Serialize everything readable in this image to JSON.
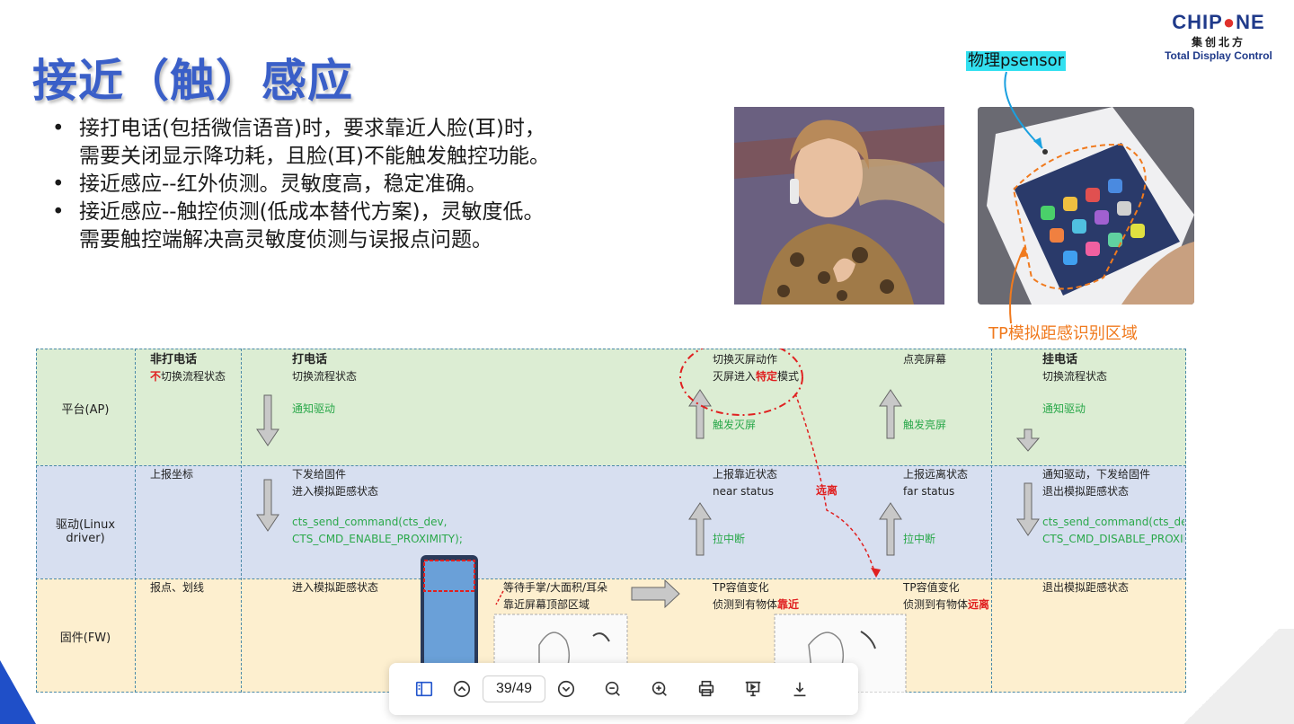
{
  "slide": {
    "title": "接近（触）感应",
    "bullets": [
      {
        "line1": "接打电话(包括微信语音)时，要求靠近人脸(耳)时，",
        "line2": "需要关闭显示降功耗，且脸(耳)不能触发触控功能。"
      },
      {
        "line1": "接近感应--红外侦测。灵敏度高，稳定准确。",
        "line2": ""
      },
      {
        "line1": "接近感应--触控侦测(低成本替代方案)，灵敏度低。",
        "line2": "需要触控端解决高灵敏度侦测与误报点问题。"
      }
    ],
    "label_psensor": "物理psensor",
    "label_tp": "TP模拟距感识别区域"
  },
  "logo": {
    "main_a": "CHIP",
    "main_o": "●",
    "main_b": "NE",
    "cn": "集创北方",
    "sub": "Total Display Control"
  },
  "flow": {
    "rows": {
      "ap": "平台(AP)",
      "drv": "驱动(Linux driver)",
      "fw": "固件(FW)"
    },
    "col1": {
      "title": "非打电话",
      "no": "不",
      "sub": "切换流程状态",
      "drv": "上报坐标",
      "fw": "报点、划线"
    },
    "col2": {
      "title": "打电话",
      "sub": "切换流程状态",
      "notify": "通知驱动",
      "drv1": "下发给固件",
      "drv2": "进入模拟距感状态",
      "cmd1": "cts_send_command(cts_dev,",
      "cmd2": "CTS_CMD_ENABLE_PROXIMITY);",
      "fw": "进入模拟距感状态",
      "fw_wait1": "等待手掌/大面积/耳朵",
      "fw_wait2": "靠近屏幕顶部区域"
    },
    "col3": {
      "ap1": "切换灭屏动作",
      "ap2a": "灭屏进入",
      "ap2b": "特定",
      "ap2c": "模式",
      "trigger": "触发灭屏",
      "drv1": "上报靠近状态",
      "drv2": "near status",
      "irq": "拉中断",
      "fw1": "TP容值变化",
      "fw2a": "侦测到有物体",
      "fw2b": "靠近",
      "far": "远离"
    },
    "col4": {
      "ap": "点亮屏幕",
      "trigger": "触发亮屏",
      "drv1": "上报远离状态",
      "drv2": "far status",
      "irq": "拉中断",
      "fw1": "TP容值变化",
      "fw2a": "侦测到有物体",
      "fw2b": "远离"
    },
    "col5": {
      "title": "挂电话",
      "sub": "切换流程状态",
      "notify": "通知驱动",
      "drv1": "通知驱动，下发给固件",
      "drv2": "退出模拟距感状态",
      "cmd1": "cts_send_command(cts_dev,",
      "cmd2": "CTS_CMD_DISABLE_PROXIMIT",
      "fw": "退出模拟距感状态"
    }
  },
  "viewer": {
    "page": "39/49",
    "icons": [
      "sidebar-icon",
      "prev-page-icon",
      "next-page-icon",
      "zoom-out-icon",
      "zoom-in-icon",
      "print-icon",
      "present-icon",
      "download-icon"
    ]
  },
  "colors": {
    "title": "#3a5fc8",
    "ap_band": "#dcedd3",
    "drv_band": "#d7dff0",
    "fw_band": "#fdefcf",
    "green_text": "#2aa84a",
    "red_text": "#e02020",
    "psensor_label": "#33e0f0",
    "tp_label": "#f07a1e"
  }
}
